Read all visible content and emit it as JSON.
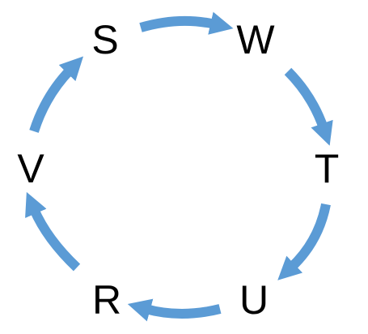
{
  "diagram": {
    "nodes": [
      {
        "id": "S",
        "label": "S"
      },
      {
        "id": "W",
        "label": "W"
      },
      {
        "id": "T",
        "label": "T"
      },
      {
        "id": "U",
        "label": "U"
      },
      {
        "id": "R",
        "label": "R"
      },
      {
        "id": "V",
        "label": "V"
      }
    ],
    "edges": [
      {
        "from": "S",
        "to": "W"
      },
      {
        "from": "W",
        "to": "T"
      },
      {
        "from": "T",
        "to": "U"
      },
      {
        "from": "U",
        "to": "R"
      },
      {
        "from": "R",
        "to": "V"
      },
      {
        "from": "V",
        "to": "S"
      }
    ],
    "direction": "clockwise",
    "colors": {
      "arrow": "#5b9bd5",
      "text": "#000000",
      "background": "#ffffff"
    }
  }
}
